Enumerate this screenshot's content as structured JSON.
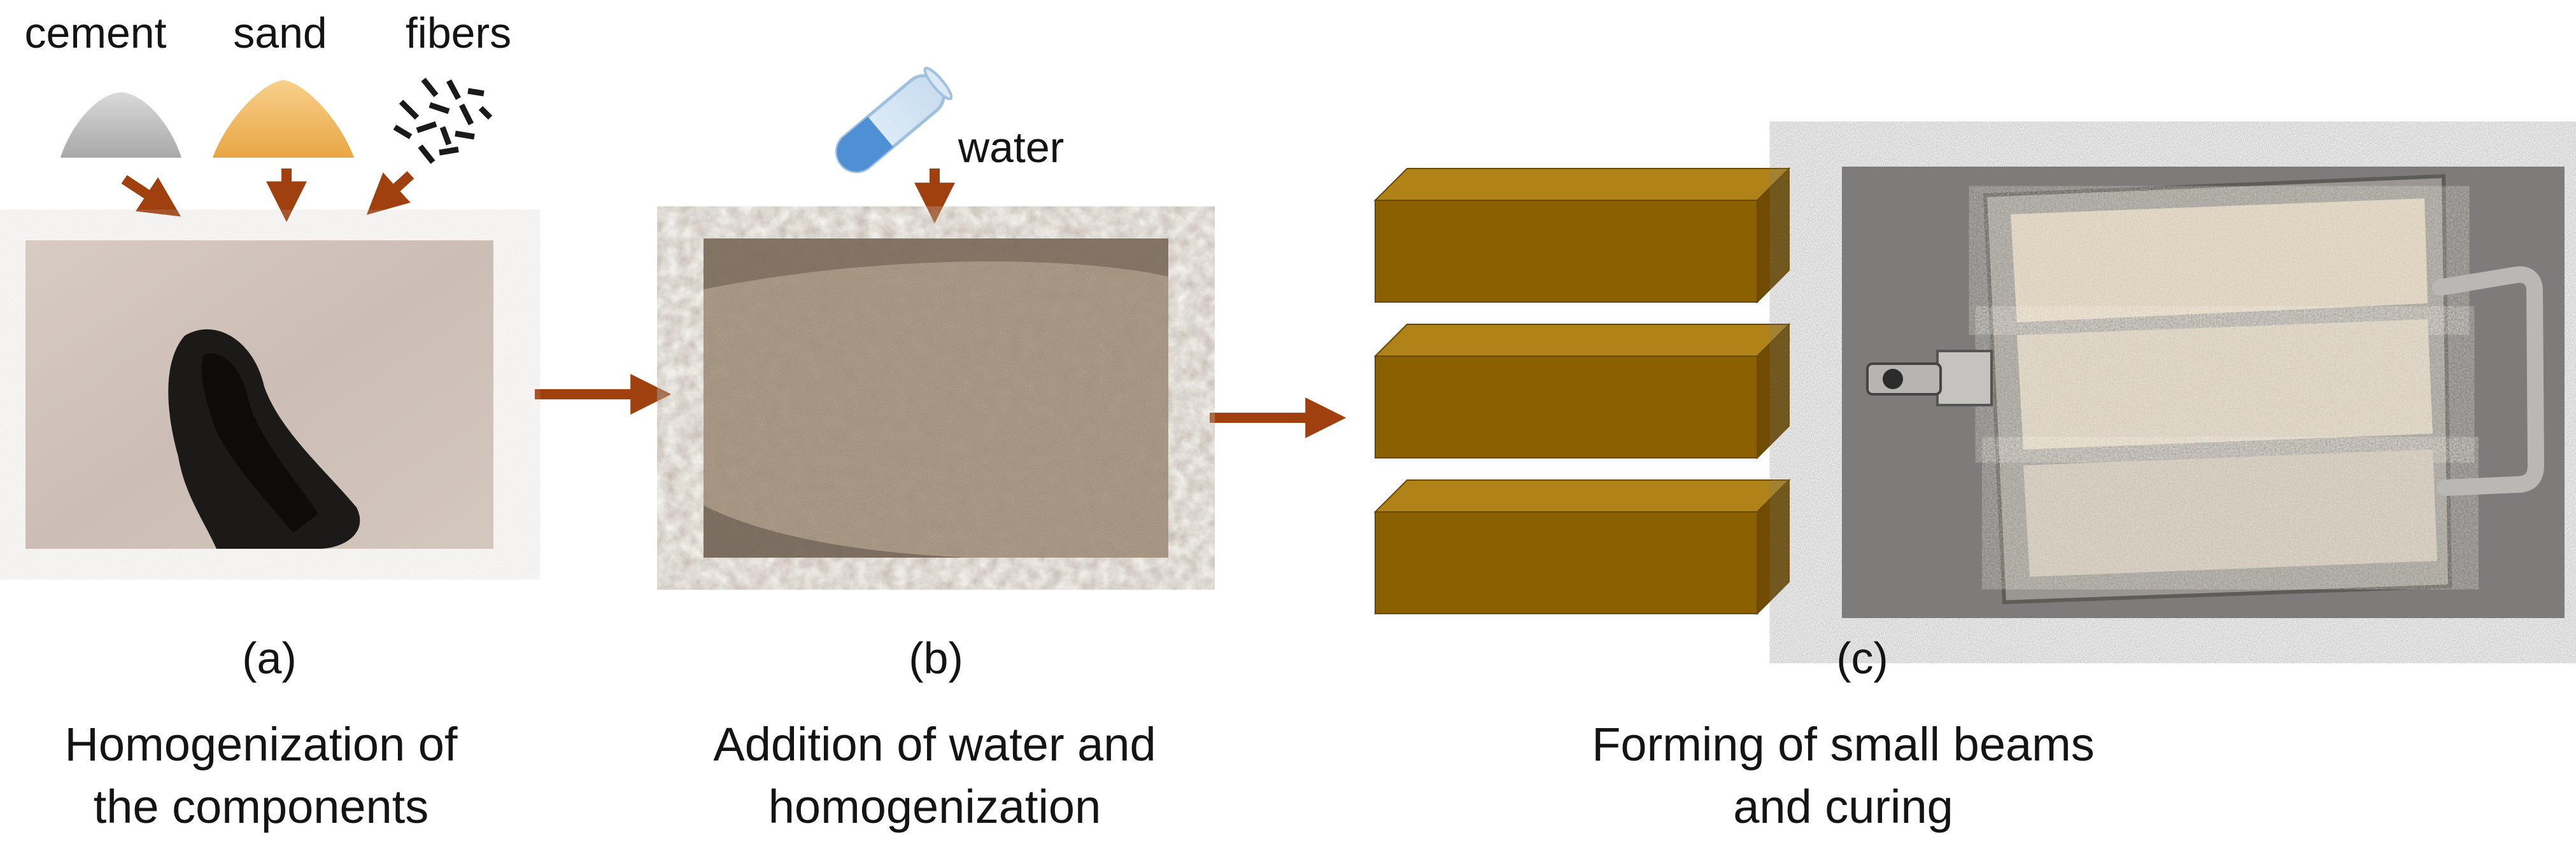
{
  "ingredients": {
    "cement": "cement",
    "sand": "sand",
    "fibers": "fibers",
    "water": "water"
  },
  "panels": [
    {
      "letter": "(a)",
      "caption_line1": "Homogenization of",
      "caption_line2": "the components"
    },
    {
      "letter": "(b)",
      "caption_line1": "Addition of water and",
      "caption_line2": "homogenization"
    },
    {
      "letter": "(c)",
      "caption_line1": "Forming of small beams",
      "caption_line2": "and curing"
    }
  ],
  "colors": {
    "arrow": "#a0400f",
    "beam_front": "#8a6000",
    "beam_top": "#b08318",
    "beam_side": "#6f4c00",
    "cement_pile": "#bfbfbf",
    "sand_pile": "#efb25a",
    "fiber": "#1a1a1a"
  }
}
